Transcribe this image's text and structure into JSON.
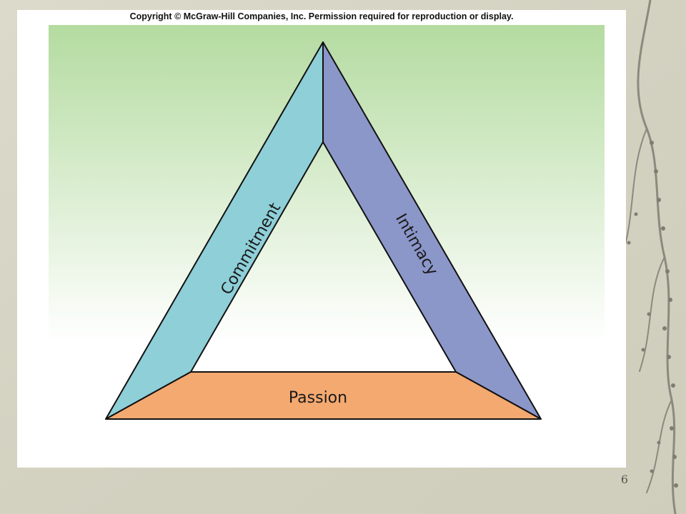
{
  "copyright": "Copyright © McGraw-Hill Companies, Inc.  Permission required for reproduction or display.",
  "diagram": {
    "sides": [
      {
        "key": "commitment",
        "label": "Commitment",
        "color": "#8ecfd8"
      },
      {
        "key": "intimacy",
        "label": "Intimacy",
        "color": "#8b96c9"
      },
      {
        "key": "passion",
        "label": "Passion",
        "color": "#f4a970"
      }
    ],
    "background_gradient": {
      "top": "#b4dba0",
      "bottom": "#ffffff"
    }
  },
  "page_number": "6"
}
